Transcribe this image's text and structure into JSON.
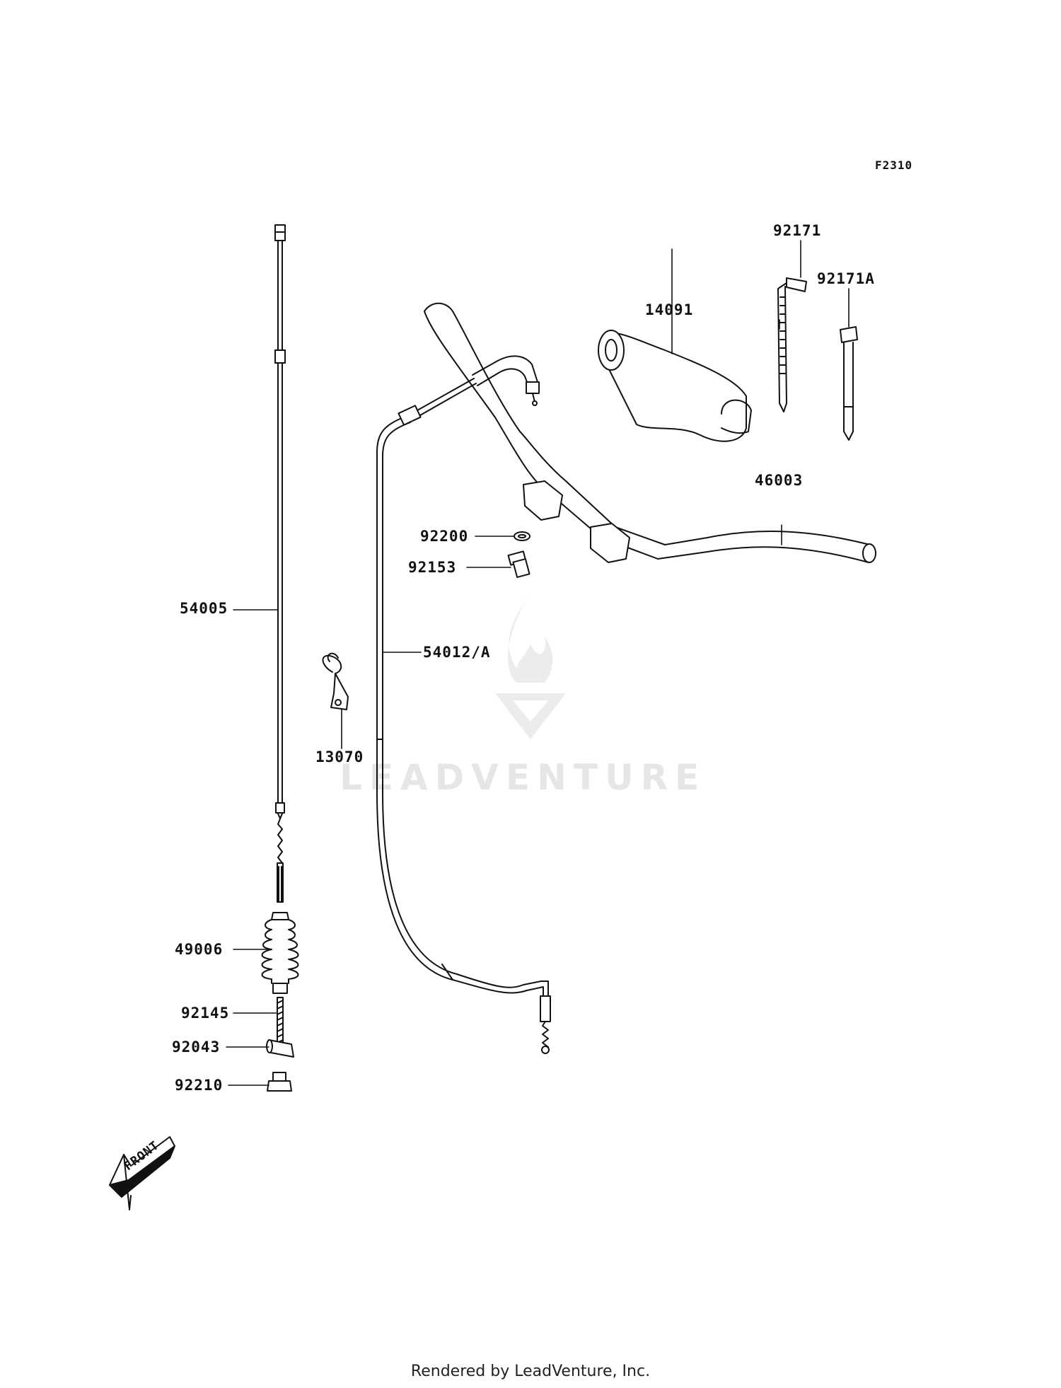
{
  "figure_code": "F2310",
  "parts": {
    "p54005": "54005",
    "p49006": "49006",
    "p92145": "92145",
    "p92043": "92043",
    "p92210": "92210",
    "p54012": "54012/A",
    "p13070": "13070",
    "p92200": "92200",
    "p92153": "92153",
    "p14091": "14091",
    "p46003": "46003",
    "p92171": "92171",
    "p92171a": "92171A"
  },
  "front_arrow": "FRONT",
  "watermark": "LEADVENTURE",
  "footer": "Rendered by LeadVenture, Inc."
}
